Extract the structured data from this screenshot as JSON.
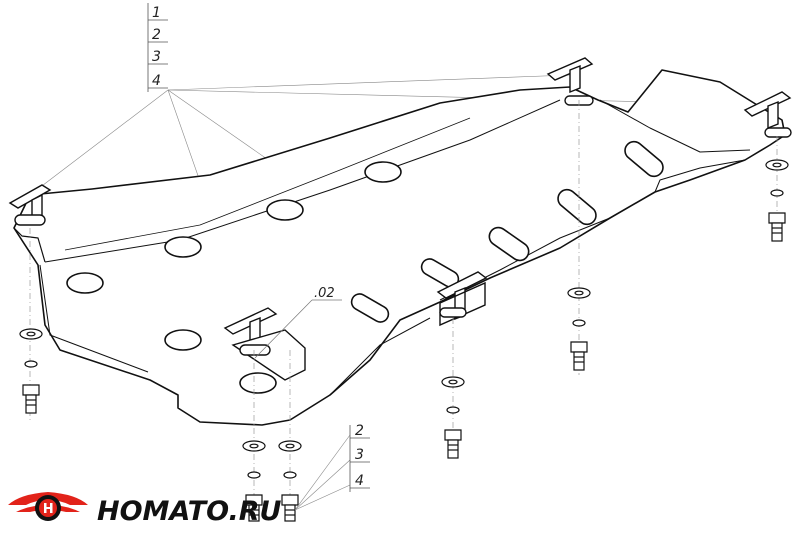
{
  "callouts": {
    "top": [
      "1",
      "2",
      "3",
      "4"
    ],
    "bottom": [
      "2",
      "3",
      "4"
    ],
    "part_label": ".02"
  },
  "logo": {
    "text": "HOMATO.RU",
    "accent_color": "#e2231a",
    "text_color": "#111111"
  },
  "colors": {
    "line": "#111111",
    "leader": "#888888"
  }
}
